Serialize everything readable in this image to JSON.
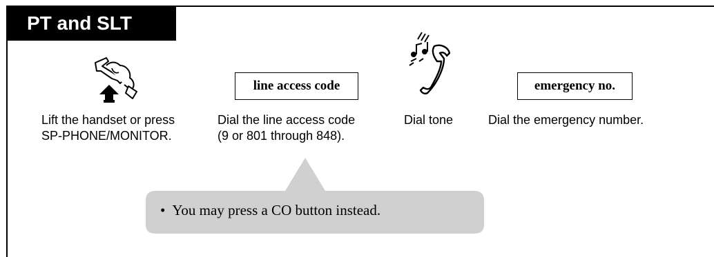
{
  "header": {
    "title": "PT and SLT"
  },
  "steps": [
    {
      "icon": "handset-lift-icon",
      "line1": "Lift the handset or press",
      "line2": "SP-PHONE/MONITOR."
    },
    {
      "key": "line access code",
      "line1": "Dial the line access code",
      "line2": "(9 or 801 through 848)."
    },
    {
      "icon": "dial-tone-handset-icon",
      "line1": "Dial tone"
    },
    {
      "key": "emergency no.",
      "line1": "Dial the emergency number."
    }
  ],
  "note": {
    "bullet": "•",
    "text": "You may press a CO button instead."
  },
  "colors": {
    "header_bg": "#000000",
    "header_text": "#ffffff",
    "callout_bg": "#d0d0d0"
  }
}
